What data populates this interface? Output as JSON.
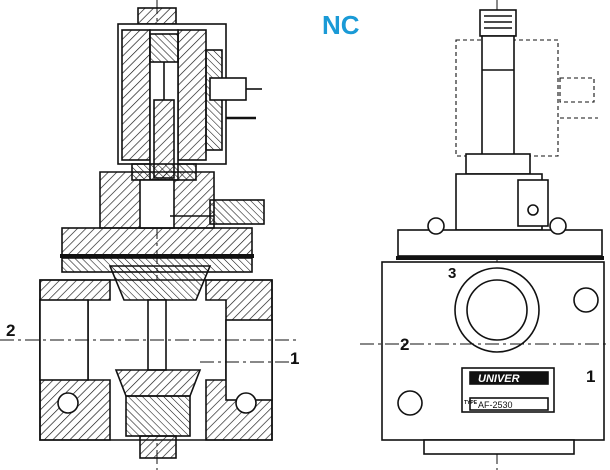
{
  "title": "NC",
  "ports": {
    "left_port_2": "2",
    "left_port_1": "1",
    "right_port_3": "3",
    "right_port_2": "2",
    "right_port_1": "1"
  },
  "nameplate": {
    "brand": "UNIVER",
    "type_label": "TYPE",
    "model": "AF-2530"
  },
  "colors": {
    "title": "#1a9ad6",
    "ink": "#111111",
    "paper": "#ffffff"
  }
}
